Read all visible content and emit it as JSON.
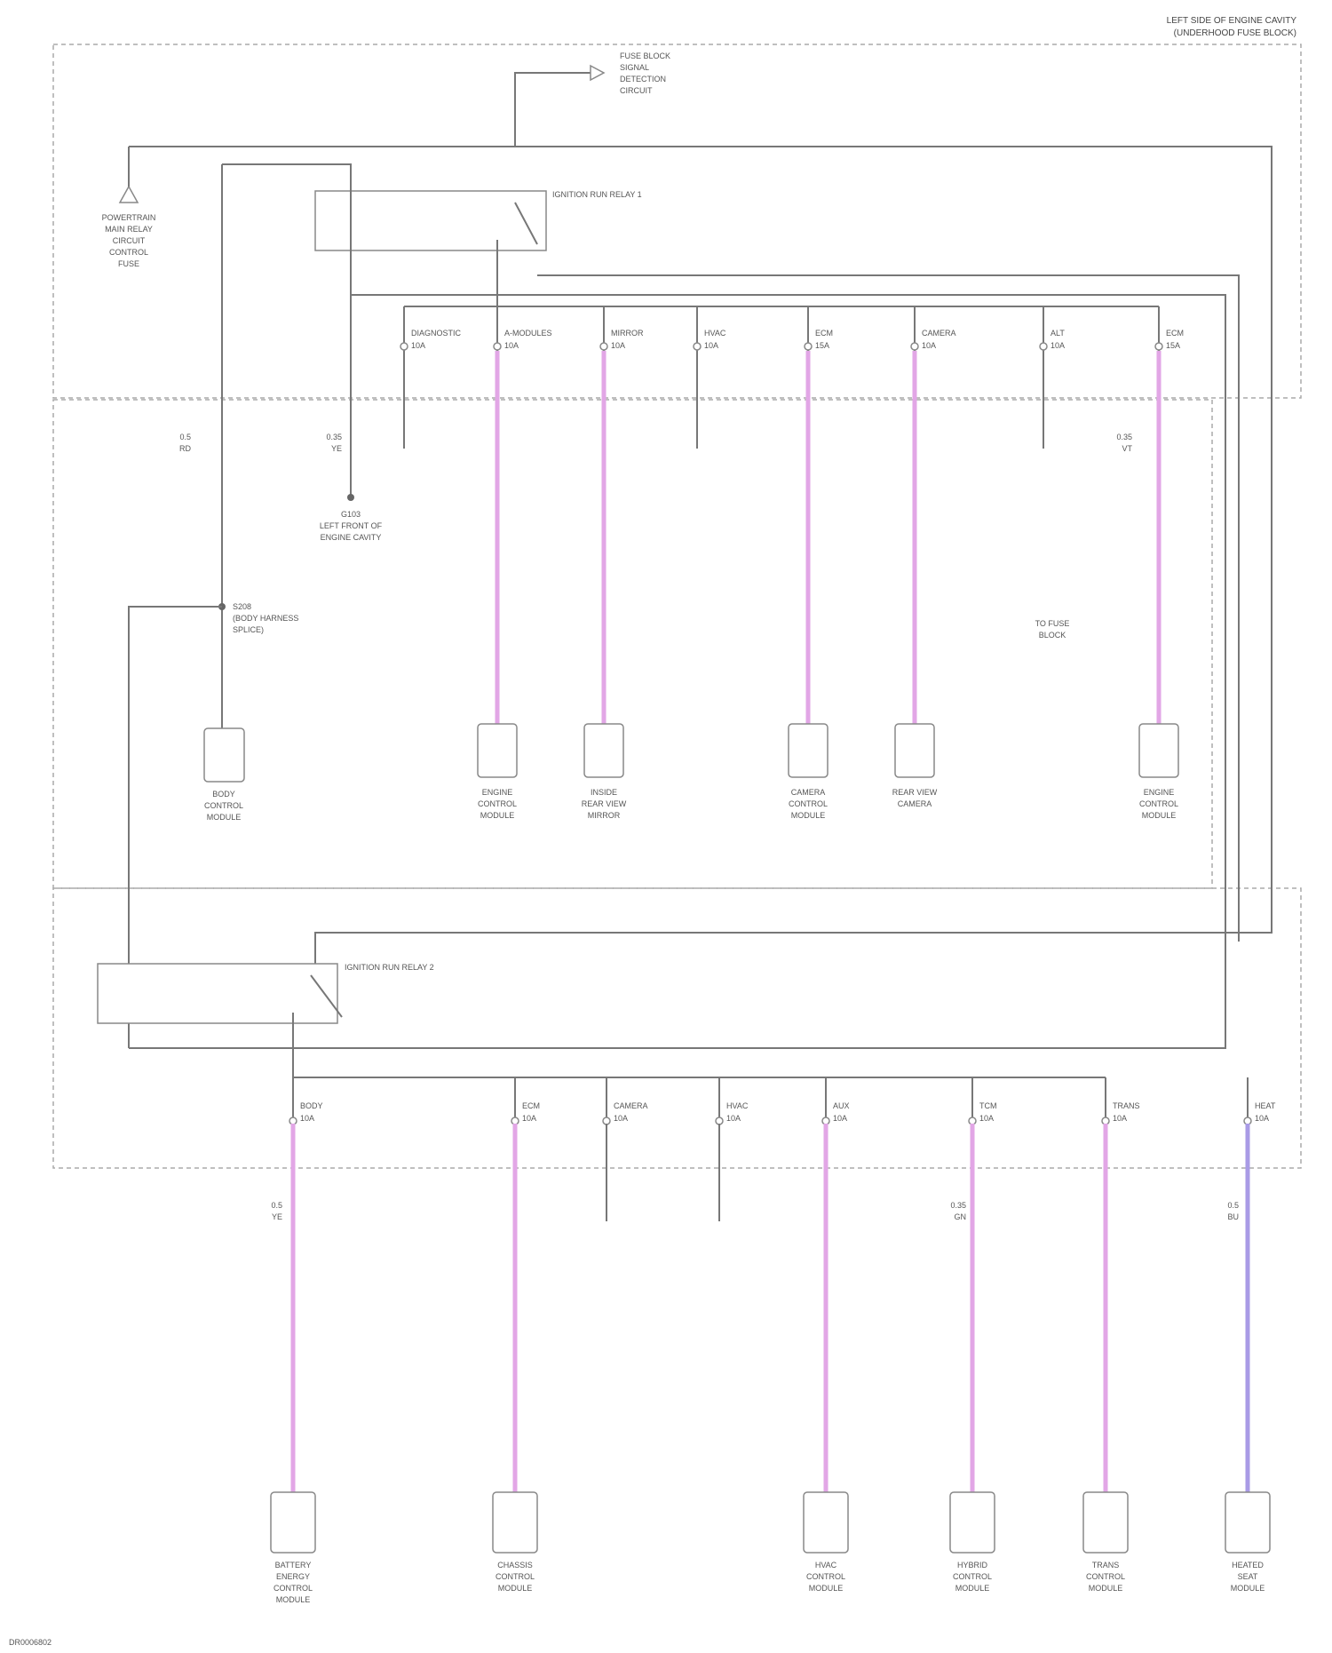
{
  "header": {
    "block_title_line1": "LEFT SIDE OF ENGINE CAVITY",
    "block_title_line2": "(UNDERHOOD FUSE BLOCK)"
  },
  "footer_id": "DR0006802",
  "relays": {
    "relay1": "IGNITION RUN RELAY 1",
    "relay2": "IGNITION RUN RELAY 2"
  },
  "labels": {
    "sensor": [
      "FUSE BLOCK",
      "SIGNAL",
      "DETECTION",
      "CIRCUIT"
    ],
    "powertrain": [
      "POWERTRAIN",
      "MAIN RELAY",
      "CIRCUIT",
      "CONTROL",
      "FUSE"
    ],
    "ground": [
      "G103",
      "LEFT FRONT OF",
      "ENGINE CAVITY"
    ],
    "splice": [
      "S208",
      "(BODY HARNESS",
      "SPLICE)"
    ],
    "to_fuse": [
      "TO FUSE",
      "BLOCK"
    ]
  },
  "upper_fuses": [
    {
      "name": "DIAGNOSTIC",
      "rating": "10A"
    },
    {
      "name": "A-MODULES",
      "rating": "10A"
    },
    {
      "name": "MIRROR",
      "rating": "10A"
    },
    {
      "name": "HVAC",
      "rating": "10A"
    },
    {
      "name": "ECM",
      "rating": "15A"
    },
    {
      "name": "CAMERA",
      "rating": "10A"
    },
    {
      "name": "ALT",
      "rating": "10A"
    },
    {
      "name": "ECM",
      "rating": "15A"
    }
  ],
  "upper_modules": [
    [
      "BODY",
      "CONTROL",
      "MODULE"
    ],
    [
      "ENGINE",
      "CONTROL",
      "MODULE"
    ],
    [
      "INSIDE",
      "REAR VIEW",
      "MIRROR"
    ],
    [
      "CAMERA",
      "CONTROL",
      "MODULE"
    ],
    [
      "REAR VIEW",
      "CAMERA"
    ],
    [
      "ENGINE",
      "CONTROL",
      "MODULE"
    ]
  ],
  "lower_fuses": [
    {
      "name": "BODY",
      "rating": "10A"
    },
    {
      "name": "ECM",
      "rating": "10A"
    },
    {
      "name": "CAMERA",
      "rating": "10A"
    },
    {
      "name": "HVAC",
      "rating": "10A"
    },
    {
      "name": "AUX",
      "rating": "10A"
    },
    {
      "name": "TCM",
      "rating": "10A"
    },
    {
      "name": "TRANS",
      "rating": "10A"
    },
    {
      "name": "HEAT",
      "rating": "10A"
    }
  ],
  "lower_modules": [
    [
      "BATTERY",
      "ENERGY",
      "CONTROL",
      "MODULE"
    ],
    [
      "CHASSIS",
      "CONTROL",
      "MODULE"
    ],
    [
      "HVAC",
      "CONTROL",
      "MODULE"
    ],
    [
      "HYBRID",
      "CONTROL",
      "MODULE"
    ],
    [
      "TRANS",
      "CONTROL",
      "MODULE"
    ],
    [
      "HEATED",
      "SEAT",
      "MODULE"
    ]
  ],
  "wire_labels": {
    "upper": [
      "0.5",
      "RD",
      "0.35",
      "YE",
      "0.35",
      "VT"
    ],
    "lower": [
      "0.5",
      "YE",
      "0.35",
      "GN",
      "0.5",
      "BU"
    ]
  }
}
